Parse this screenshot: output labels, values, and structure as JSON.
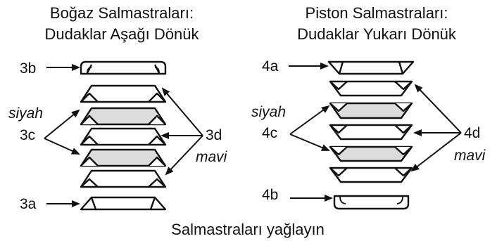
{
  "left": {
    "title_line1": "Boğaz Salmastraları:",
    "title_line2": "Dudaklar Aşağı Dönük",
    "label_3b": "3b",
    "label_siyah": "siyah",
    "label_3c": "3c",
    "label_3d": "3d",
    "label_mavi": "mavi",
    "label_3a": "3a"
  },
  "right": {
    "title_line1": "Piston Salmastraları:",
    "title_line2": "Dudaklar Yukarı Dönük",
    "label_4a": "4a",
    "label_siyah": "siyah",
    "label_4c": "4c",
    "label_4d": "4d",
    "label_mavi": "mavi",
    "label_4b": "4b"
  },
  "footer": "Salmastraları yağlayın",
  "colors": {
    "stroke": "#111111",
    "fill_black_seal": "#dcdcdc",
    "fill_blue_seal": "#ffffff"
  }
}
